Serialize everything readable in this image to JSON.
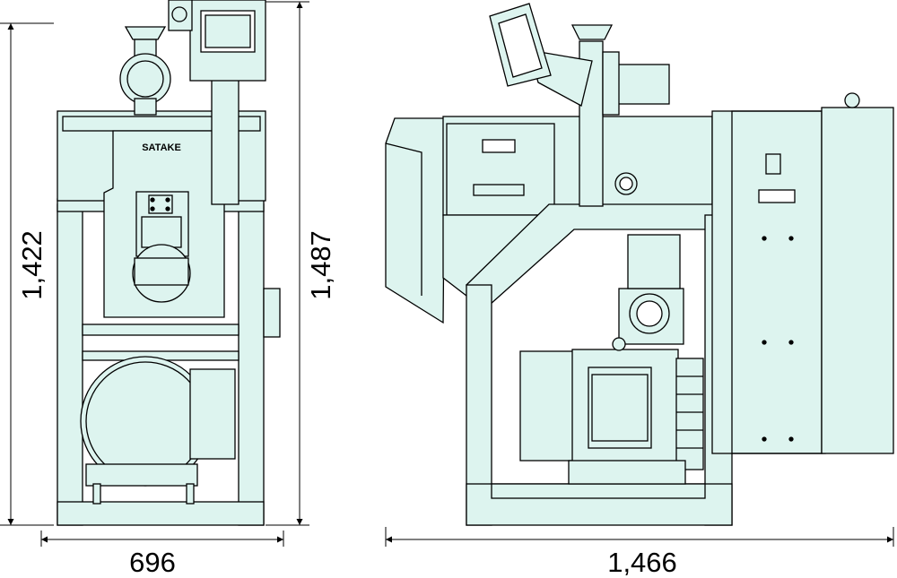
{
  "dimensions": {
    "front_width": "696",
    "front_height_left": "1,422",
    "front_height_right": "1,487",
    "side_length": "1,466"
  },
  "labels": {
    "brand": "SATAKE"
  },
  "colors": {
    "machine_fill": "#ddf4ef",
    "stroke": "#000000",
    "background": "#ffffff"
  }
}
